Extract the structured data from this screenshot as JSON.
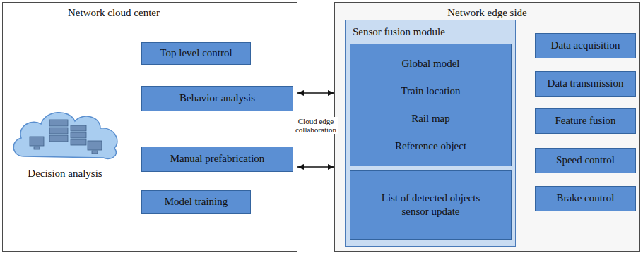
{
  "diagram": {
    "nodes": [
      {
        "text": [
          "Network cloud center"
        ]
      },
      {
        "text": [
          "Decision analysis"
        ],
        "in": 0
      },
      {
        "text": [
          "Top level control"
        ],
        "in": 0
      },
      {
        "text": [
          "Behavior analysis"
        ],
        "in": 0
      },
      {
        "text": [
          "Manual prefabrication"
        ],
        "in": 0
      },
      {
        "text": [
          "Model training"
        ],
        "in": 0
      },
      {
        "text": [
          "Network edge side"
        ]
      },
      {
        "text": [
          "Sensor fusion module"
        ],
        "in": 6
      },
      {
        "text": [
          "Global model",
          "Train location",
          "Rail map",
          "Reference object"
        ],
        "in": 7
      },
      {
        "text": [
          "List of detected objects",
          "sensor update"
        ],
        "in": 7
      },
      {
        "text": [
          "Data acquisition"
        ],
        "in": 6
      },
      {
        "text": [
          "Data transmission"
        ],
        "in": 6
      },
      {
        "text": [
          "Feature fusion"
        ],
        "in": 6
      },
      {
        "text": [
          "Speed control"
        ],
        "in": 6
      },
      {
        "text": [
          "Brake control"
        ],
        "in": 6
      }
    ],
    "edges": [
      {
        "from": 1,
        "to": 2,
        "arrow": "both"
      },
      {
        "from": 1,
        "to": 3,
        "arrow": "both"
      },
      {
        "from": 1,
        "to": 4,
        "arrow": "both"
      },
      {
        "from": 1,
        "to": 5,
        "arrow": "both"
      },
      {
        "from": 0,
        "to": 6,
        "arrow": "both"
      },
      {
        "from": 0,
        "to": 6,
        "arrow": "both"
      },
      {
        "from": 7,
        "to": 10,
        "arrow": "both"
      },
      {
        "from": 7,
        "to": 11,
        "arrow": "both"
      },
      {
        "from": 7,
        "to": 12,
        "arrow": "both"
      },
      {
        "from": 7,
        "to": 13,
        "arrow": "both"
      },
      {
        "from": 7,
        "to": 14,
        "arrow": "both"
      }
    ],
    "labels": [
      "Cloud edge collaboration"
    ]
  }
}
